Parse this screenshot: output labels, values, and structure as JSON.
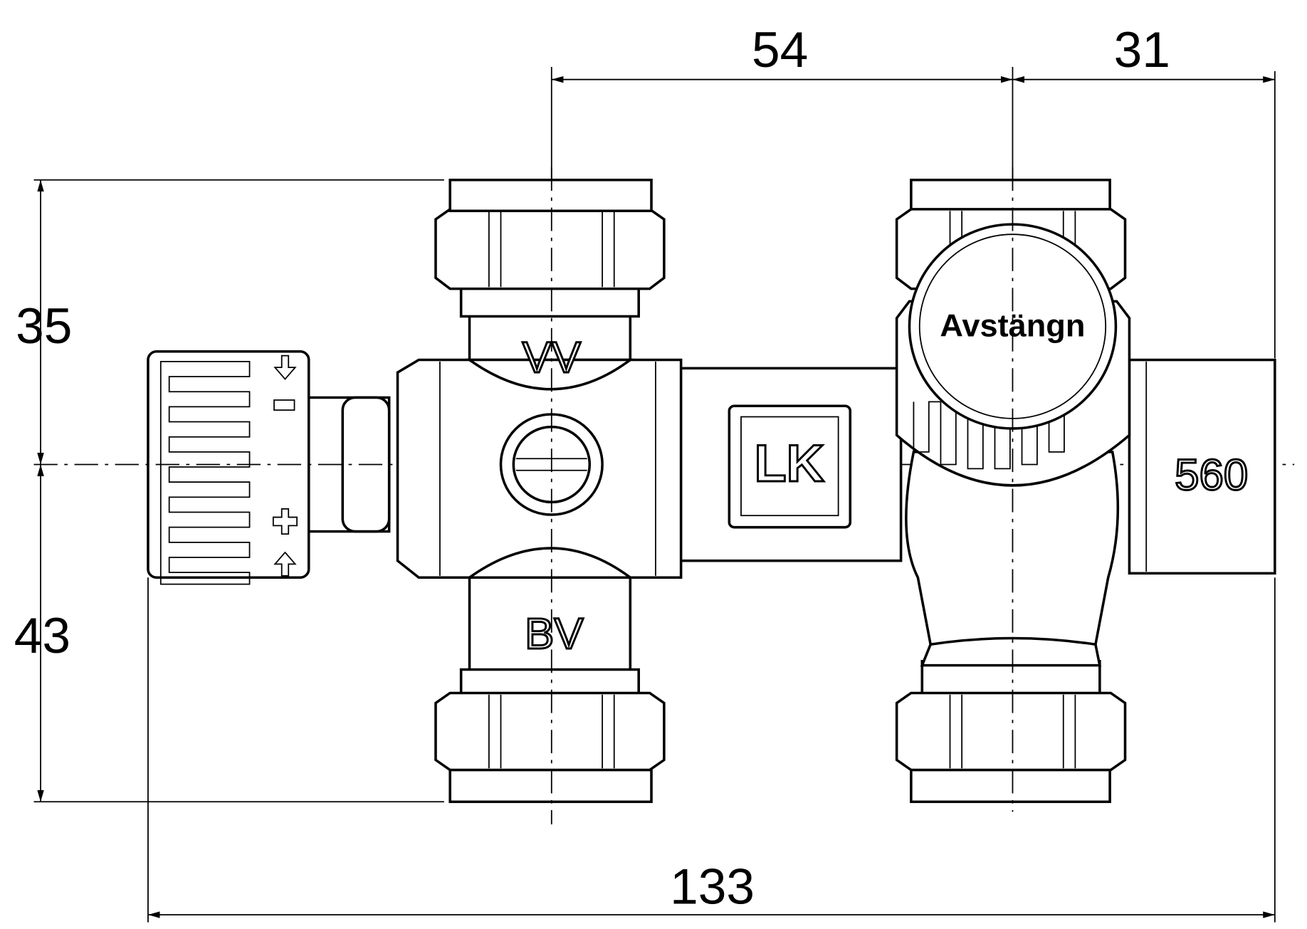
{
  "dimensions": {
    "top_left": "54",
    "top_right": "31",
    "left_upper": "35",
    "left_lower": "43",
    "bottom_total": "133"
  },
  "labels": {
    "warm_water": "VV",
    "cold_water": "BV",
    "shutoff_knob": "Avstängn",
    "model_number": "560",
    "logo": "LK",
    "minus_sign": "-",
    "plus_sign": "+"
  }
}
